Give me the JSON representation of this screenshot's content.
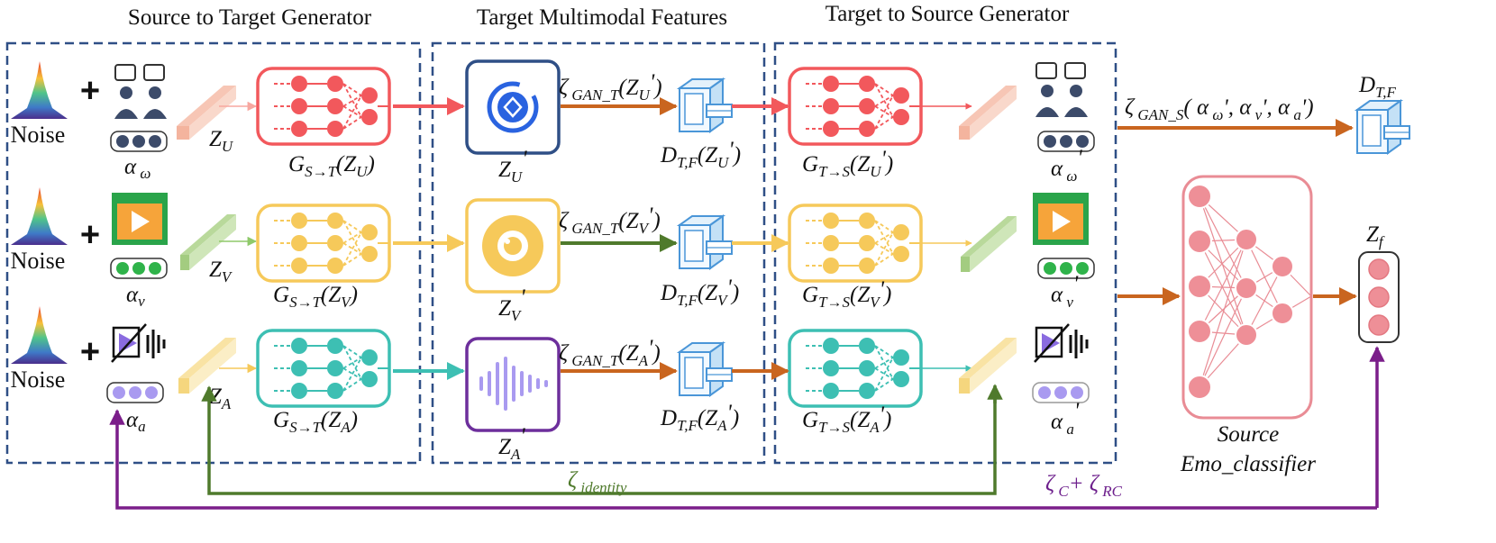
{
  "headers": {
    "source_to_target": "Source to Target Generator",
    "target_features": "Target Multimodal Features",
    "target_to_source": "Target to Source Generator"
  },
  "noise_label": "Noise",
  "modalities": [
    {
      "key": "u",
      "color": "#f2585c",
      "fill": "#f7b7b0",
      "latent": [
        "Z",
        "U",
        ""
      ],
      "alpha_in": [
        "α",
        " ω",
        ""
      ],
      "gen_st": [
        "G",
        "S→T",
        "(Z",
        "U",
        ")"
      ],
      "feature": [
        "Z",
        "U",
        "'"
      ],
      "disc": [
        "D",
        "T,F",
        "(Z",
        "U",
        "'",
        ")"
      ],
      "loss": [
        "ζ",
        " GAN_T",
        "(Z",
        "U",
        "'",
        ")"
      ],
      "gen_ts": [
        "G",
        "T→S",
        "(Z",
        "U",
        "'",
        ")"
      ],
      "alpha_out": [
        "α",
        " ω",
        "'"
      ]
    },
    {
      "key": "v",
      "color": "#f6c95a",
      "fill": "#b9d99b",
      "latent": [
        "Z",
        "V",
        ""
      ],
      "alpha_in": [
        "α",
        "v",
        ""
      ],
      "gen_st": [
        "G",
        "S→T",
        "(Z",
        "V",
        ")"
      ],
      "feature": [
        "Z",
        "V",
        "'"
      ],
      "disc": [
        "D",
        "T,F",
        "(Z",
        "V",
        "'",
        ")"
      ],
      "loss": [
        "ζ",
        " GAN_T",
        "(Z",
        "V",
        "'",
        ")"
      ],
      "gen_ts": [
        "G",
        "T→S",
        "(Z",
        "V",
        "'",
        ")"
      ],
      "alpha_out": [
        "α",
        " v",
        "'"
      ]
    },
    {
      "key": "a",
      "color": "#3dbfb3",
      "fill": "#f9e3a4",
      "latent": [
        "Z",
        "A",
        ""
      ],
      "alpha_in": [
        "α",
        "a",
        ""
      ],
      "gen_st": [
        "G",
        "S→T",
        "(Z",
        "A",
        ")"
      ],
      "feature": [
        "Z",
        "A",
        "'"
      ],
      "disc": [
        "D",
        "T,F",
        "(Z",
        "A",
        "'",
        ")"
      ],
      "loss": [
        "ζ",
        " GAN_T",
        "(Z",
        "A",
        "'",
        ")"
      ],
      "gen_ts": [
        "G",
        "T→S",
        "(Z",
        "A",
        "'",
        ")"
      ],
      "alpha_out": [
        "α",
        " a",
        "'"
      ]
    }
  ],
  "gan_s_loss": [
    "ζ",
    " GAN_S",
    "( α",
    " ω",
    "', α",
    " v",
    "', α",
    " a",
    "')"
  ],
  "gan_s_disc": [
    "D",
    "T,F"
  ],
  "fused": [
    "Z",
    "f"
  ],
  "classifier": {
    "line1": "Source",
    "line2": "Emo_classifier"
  },
  "identity_loss": [
    "ζ",
    " identity"
  ],
  "cls_loss": [
    "ζ",
    " C",
    "+ ζ",
    " RC"
  ],
  "colors": {
    "box_border": "#2f4f86",
    "arrow_orange": "#c9651f",
    "arrow_green": "#4f7a2c",
    "arrow_purple": "#7b1e8a",
    "purple_dot": "#a99af0",
    "navy_dot": "#3c4b6a",
    "green_dot": "#2fb34a",
    "classifier_pink": "#e98c95"
  }
}
